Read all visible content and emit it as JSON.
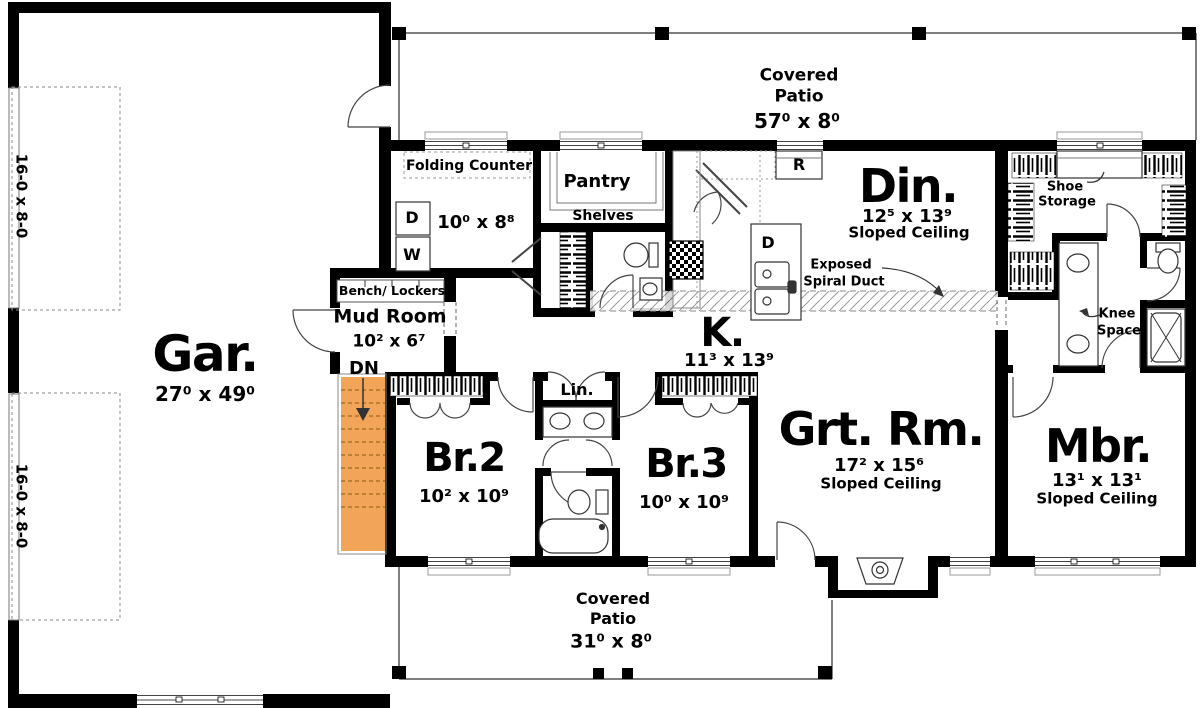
{
  "floor_plan": {
    "garage": {
      "name": "Gar.",
      "dims": "27⁰ x 49⁰",
      "door_size": "16-0 x 8-0"
    },
    "covered_patio_top": {
      "name_line1": "Covered",
      "name_line2": "Patio",
      "dims": "57⁰ x 8⁰"
    },
    "covered_patio_bottom": {
      "name_line1": "Covered",
      "name_line2": "Patio",
      "dims": "31⁰ x 8⁰"
    },
    "laundry": {
      "counter_label": "Folding Counter",
      "dims": "10⁰ x 8⁸",
      "dryer": "D",
      "washer": "W"
    },
    "pantry": {
      "name": "Pantry",
      "shelves_label": "Shelves"
    },
    "mud_room": {
      "name": "Mud Room",
      "dims": "10² x 6⁷",
      "bench_label": "Bench/ Lockers",
      "stairs_label": "DN"
    },
    "kitchen": {
      "name": "K.",
      "dims": "11³ x 13⁹",
      "range_label": "R",
      "dishwasher_label": "D"
    },
    "dining": {
      "name": "Din.",
      "dims": "12⁵ x 13⁹",
      "ceiling": "Sloped Ceiling"
    },
    "great_room": {
      "name": "Grt. Rm.",
      "dims": "17² x 15⁶",
      "ceiling": "Sloped Ceiling"
    },
    "master_bedroom": {
      "name": "Mbr.",
      "dims": "13¹ x 13¹",
      "ceiling": "Sloped Ceiling"
    },
    "bedroom_2": {
      "name": "Br.2",
      "dims": "10² x 10⁹"
    },
    "bedroom_3": {
      "name": "Br.3",
      "dims": "10⁰ x 10⁹"
    },
    "hall_bath": {
      "linen_label": "Lin."
    },
    "master_suite": {
      "shoe_line1": "Shoe",
      "shoe_line2": "Storage",
      "knee_line1": "Knee",
      "knee_line2": "Space"
    },
    "duct_note": {
      "line1": "Exposed",
      "line2": "Spiral Duct"
    },
    "colors": {
      "stair_fill": "#F2A558",
      "wall": "#000000"
    }
  }
}
